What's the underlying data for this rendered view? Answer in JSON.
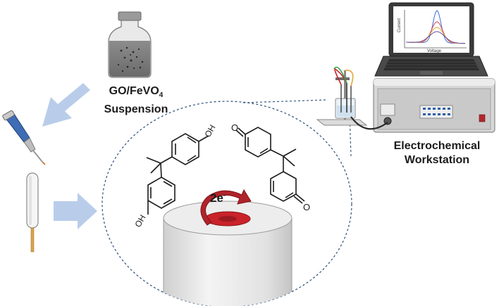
{
  "labels": {
    "suspension_line1_prefix": "GO/FeVO",
    "suspension_line1_sub": "4",
    "suspension_line2": "Suspension",
    "workstation_line1": "Electrochemical",
    "workstation_line2": "Workstation",
    "electron_base": "2e",
    "electron_sup": "-"
  },
  "screen_plot": {
    "ylabel": "Current",
    "xlabel": "Voltage",
    "series_colors": [
      "#3f6fd6",
      "#d94a4a",
      "#e0a93a",
      "#6a4ea3"
    ]
  },
  "molecules": {
    "substituent_oh": "OH",
    "substituent_o": "O"
  },
  "colors": {
    "arrow": "#b9cdea",
    "ring_red": "#c9222a",
    "electrode_gray": "#e4e4e4",
    "circle_border": "#3c5a84",
    "instrument_gray": "#d7d7d7",
    "instrument_panel": "#2e5fa8"
  },
  "icons": [
    "vial-icon",
    "pipette-icon",
    "electrode-rod-icon",
    "laptop-icon",
    "workstation-box-icon",
    "cell-stand-icon"
  ]
}
